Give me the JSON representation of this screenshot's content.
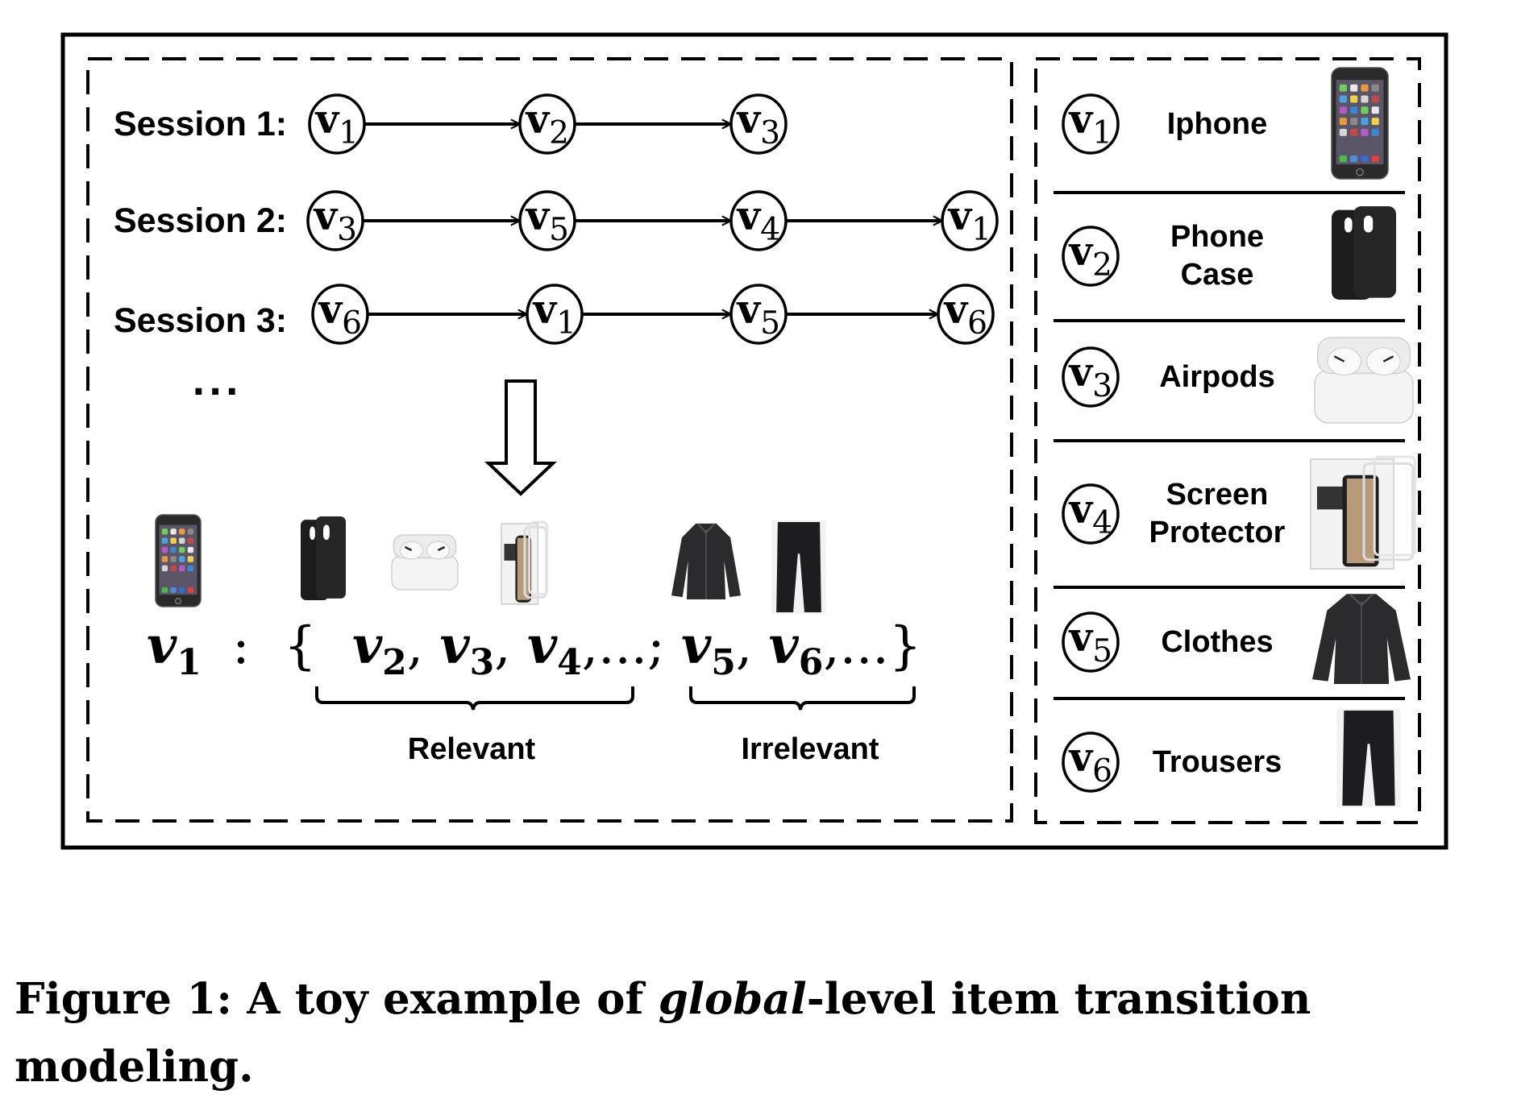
{
  "sessions": [
    {
      "label": "Session 1:",
      "items": [
        "1",
        "2",
        "3"
      ]
    },
    {
      "label": "Session 2:",
      "items": [
        "3",
        "5",
        "4",
        "1"
      ]
    },
    {
      "label": "Session 3:",
      "items": [
        "6",
        "1",
        "5",
        "6"
      ]
    }
  ],
  "node_prefix": "v",
  "more_sessions": "...",
  "formula": {
    "anchor": {
      "var": "v",
      "sub": "1"
    },
    "separator": ":",
    "relevant": [
      {
        "var": "v",
        "sub": "2"
      },
      {
        "var": "v",
        "sub": "3"
      },
      {
        "var": "v",
        "sub": "4"
      }
    ],
    "irrelevant": [
      {
        "var": "v",
        "sub": "5"
      },
      {
        "var": "v",
        "sub": "6"
      }
    ],
    "ellipsis": "...",
    "relevant_label": "Relevant",
    "irrelevant_label": "Irrelevant"
  },
  "formula_images": [
    "iphone",
    "phone-case",
    "airpods",
    "screen-protector",
    "clothes",
    "trousers"
  ],
  "legend": [
    {
      "id": "1",
      "name": "Iphone",
      "image": "iphone"
    },
    {
      "id": "2",
      "name": "Phone Case",
      "image": "phone-case"
    },
    {
      "id": "3",
      "name": "Airpods",
      "image": "airpods"
    },
    {
      "id": "4",
      "name": "Screen Protector",
      "image": "screen-protector"
    },
    {
      "id": "5",
      "name": "Clothes",
      "image": "clothes"
    },
    {
      "id": "6",
      "name": "Trousers",
      "image": "trousers"
    }
  ],
  "caption": {
    "prefix": "Figure 1: A toy example of ",
    "emphasis": "global",
    "suffix": "-level item transition modeling."
  }
}
